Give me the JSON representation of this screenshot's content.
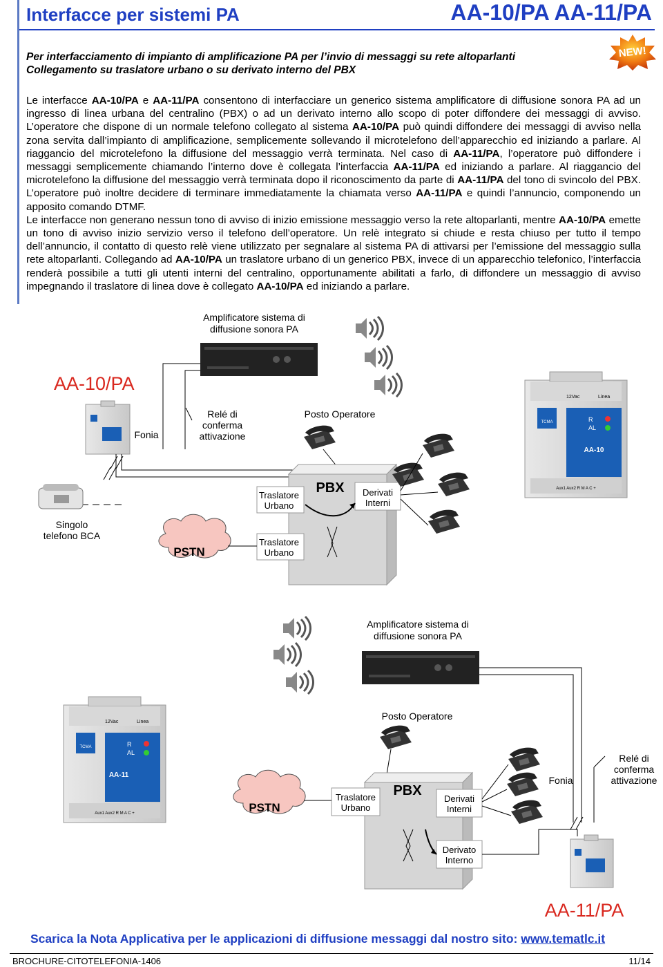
{
  "header": {
    "title": "Interfacce per sistemi PA",
    "models": "AA-10/PA AA-11/PA",
    "badge": "NEW!"
  },
  "intro": {
    "line1": "Per interfacciamento di impianto di amplificazione PA per l’invio di messaggi su rete altoparlanti",
    "line2": "Collegamento su traslatore urbano o su derivato interno del PBX"
  },
  "body": {
    "p1_a": "Le interfacce ",
    "p1_b": "AA-10/PA",
    "p1_c": " e ",
    "p1_d": "AA-11/PA",
    "p1_e": " consentono di interfacciare un generico sistema amplificatore di diffusione sonora PA ad un ingresso di linea urbana del centralino (PBX) o ad un derivato interno allo scopo di poter diffondere dei messaggi di avviso. L’operatore che dispone di un normale telefono collegato al sistema ",
    "p1_f": "AA-10/PA",
    "p1_g": " può quindi diffondere dei messaggi di avviso nella zona servita dall’impianto di amplificazione, semplicemente sollevando il microtelefono dell’apparecchio ed iniziando a parlare. Al riaggancio del microtelefono la diffusione del messaggio verrà terminata. Nel caso di ",
    "p1_h": "AA-11/PA",
    "p1_i": ", l’operatore può diffondere i messaggi semplicemente chiamando l’interno dove è collegata l’interfaccia ",
    "p1_j": "AA-11/PA",
    "p1_k": " ed iniziando a parlare. Al riaggancio del microtelefono la diffusione del messaggio verrà terminata dopo il riconoscimento da parte di ",
    "p1_l": "AA-11/PA",
    "p1_m": " del tono di svincolo del PBX. L’operatore può inoltre decidere di terminare immediatamente la chiamata verso ",
    "p1_n": "AA-11/PA",
    "p1_o": " e quindi l’annuncio, componendo un apposito comando DTMF.",
    "p2_a": "Le interfacce non generano nessun tono di avviso di inizio emissione messaggio verso la rete altoparlanti, mentre ",
    "p2_b": "AA-10/PA",
    "p2_c": " emette un tono di avviso inizio servizio verso il telefono dell’operatore. Un relè integrato si chiude e resta chiuso per tutto il tempo dell’annuncio, il contatto di questo relè viene utilizzato per segnalare al sistema PA di attivarsi per l’emissione del messaggio sulla rete altoparlanti. Collegando ad ",
    "p2_d": "AA-10/PA",
    "p2_e": " un traslatore urbano di un generico PBX, invece di un apparecchio telefonico, l’interfaccia renderà possibile a tutti gli utenti interni del centralino, opportunamente abilitati a farlo, di diffondere un messaggio di avviso impegnando il traslatore di linea dove è collegato ",
    "p2_f": "AA-10/PA",
    "p2_g": " ed iniziando a parlare."
  },
  "diagram1": {
    "amp_label_1": "Amplificatore sistema di",
    "amp_label_2": "diffusione sonora PA",
    "device_title": "AA-10/PA",
    "fonia": "Fonia",
    "rele_1": "Relé di",
    "rele_2": "conferma",
    "rele_3": "attivazione",
    "posto_operatore": "Posto Operatore",
    "pbx": "PBX",
    "traslatore_1a": "Traslatore",
    "traslatore_1b": "Urbano",
    "traslatore_2a": "Traslatore",
    "traslatore_2b": "Urbano",
    "derivati_a": "Derivati",
    "derivati_b": "Interni",
    "singolo_1": "Singolo",
    "singolo_2": "telefono BCA",
    "pstn": "PSTN",
    "module_name": "AA-10",
    "module_top_left": "12Vac",
    "module_top_right": "Linea",
    "module_logo": "TCMA",
    "module_r": "R",
    "module_al": "AL",
    "module_bottom": "Aux1  Aux2   R   M   A   C  +"
  },
  "diagram2": {
    "amp_label_1": "Amplificatore sistema di",
    "amp_label_2": "diffusione sonora PA",
    "posto_operatore": "Posto Operatore",
    "fonia": "Fonia",
    "rele_1": "Relé di",
    "rele_2": "conferma",
    "rele_3": "attivazione",
    "pstn": "PSTN",
    "traslatore_a": "Traslatore",
    "traslatore_b": "Urbano",
    "pbx": "PBX",
    "derivati_a": "Derivati",
    "derivati_b": "Interni",
    "derivato_a": "Derivato",
    "derivato_b": "Interno",
    "device_title": "AA-11/PA",
    "module_name": "AA-11",
    "module_top_left": "12Vac",
    "module_top_right": "Linea",
    "module_logo": "TCMA",
    "module_r": "R",
    "module_al": "AL",
    "module_bottom": "Aux1  Aux2   R   M   A   C  +"
  },
  "footer": {
    "link_text": "Scarica la Nota Applicativa per le applicazioni di diffusione messaggi dal nostro sito: ",
    "link_url_text": "www.tematlc.it",
    "brochure": "BROCHURE-CITOTELEFONIA-1406",
    "page": "11/14"
  },
  "colors": {
    "blue": "#1f3fc2",
    "red": "#d9281f",
    "module_blue": "#1a5fb5",
    "pbx_gray": "#d6d6d6"
  }
}
